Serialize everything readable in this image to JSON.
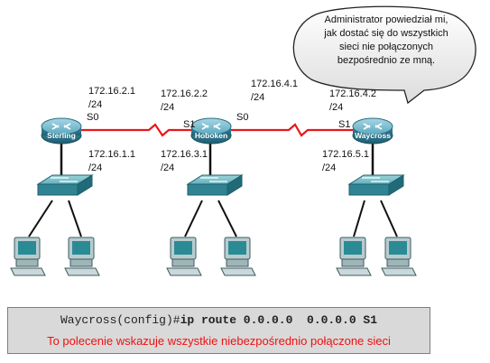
{
  "routers": [
    {
      "name": "Sterling"
    },
    {
      "name": "Hoboken"
    },
    {
      "name": "Waycross"
    }
  ],
  "interfaces": {
    "sterling_s0": "S0",
    "hoboken_s1": "S1",
    "hoboken_s0": "S0",
    "waycross_s1": "S1"
  },
  "addresses": {
    "sterling_serial_ip": "172.16.2.1",
    "sterling_serial_mask": "/24",
    "sterling_lan_ip": "172.16.1.1",
    "sterling_lan_mask": "/24",
    "hoboken_s1_ip": "172.16.2.2",
    "hoboken_s1_mask": "/24",
    "hoboken_lan_ip": "172.16.3.1",
    "hoboken_lan_mask": "/24",
    "hoboken_s0_ip": "172.16.4.1",
    "hoboken_s0_mask": "/24",
    "waycross_s1_ip": "172.16.4.2",
    "waycross_s1_mask": "/24",
    "waycross_lan_ip": "172.16.5.1",
    "waycross_lan_mask": "/24"
  },
  "speech_bubble": {
    "lines": [
      "Administrator powiedział mi,",
      "jak dostać się do wszystkich",
      "sieci nie połączonych",
      "bezpośrednio ze mną."
    ]
  },
  "command": {
    "prompt": "Waycross(config)#",
    "text": "ip route 0.0.0.0  0.0.0.0 S1",
    "caption": "To polecenie wskazuje wszystkie niebezpośrednio połączone sieci"
  },
  "colors": {
    "serial_link": "#e8171f",
    "router_body": "#3e8fa8",
    "switch_body": "#2f8393",
    "pc_body": "#9fb6b9",
    "caption": "#ee1111"
  }
}
